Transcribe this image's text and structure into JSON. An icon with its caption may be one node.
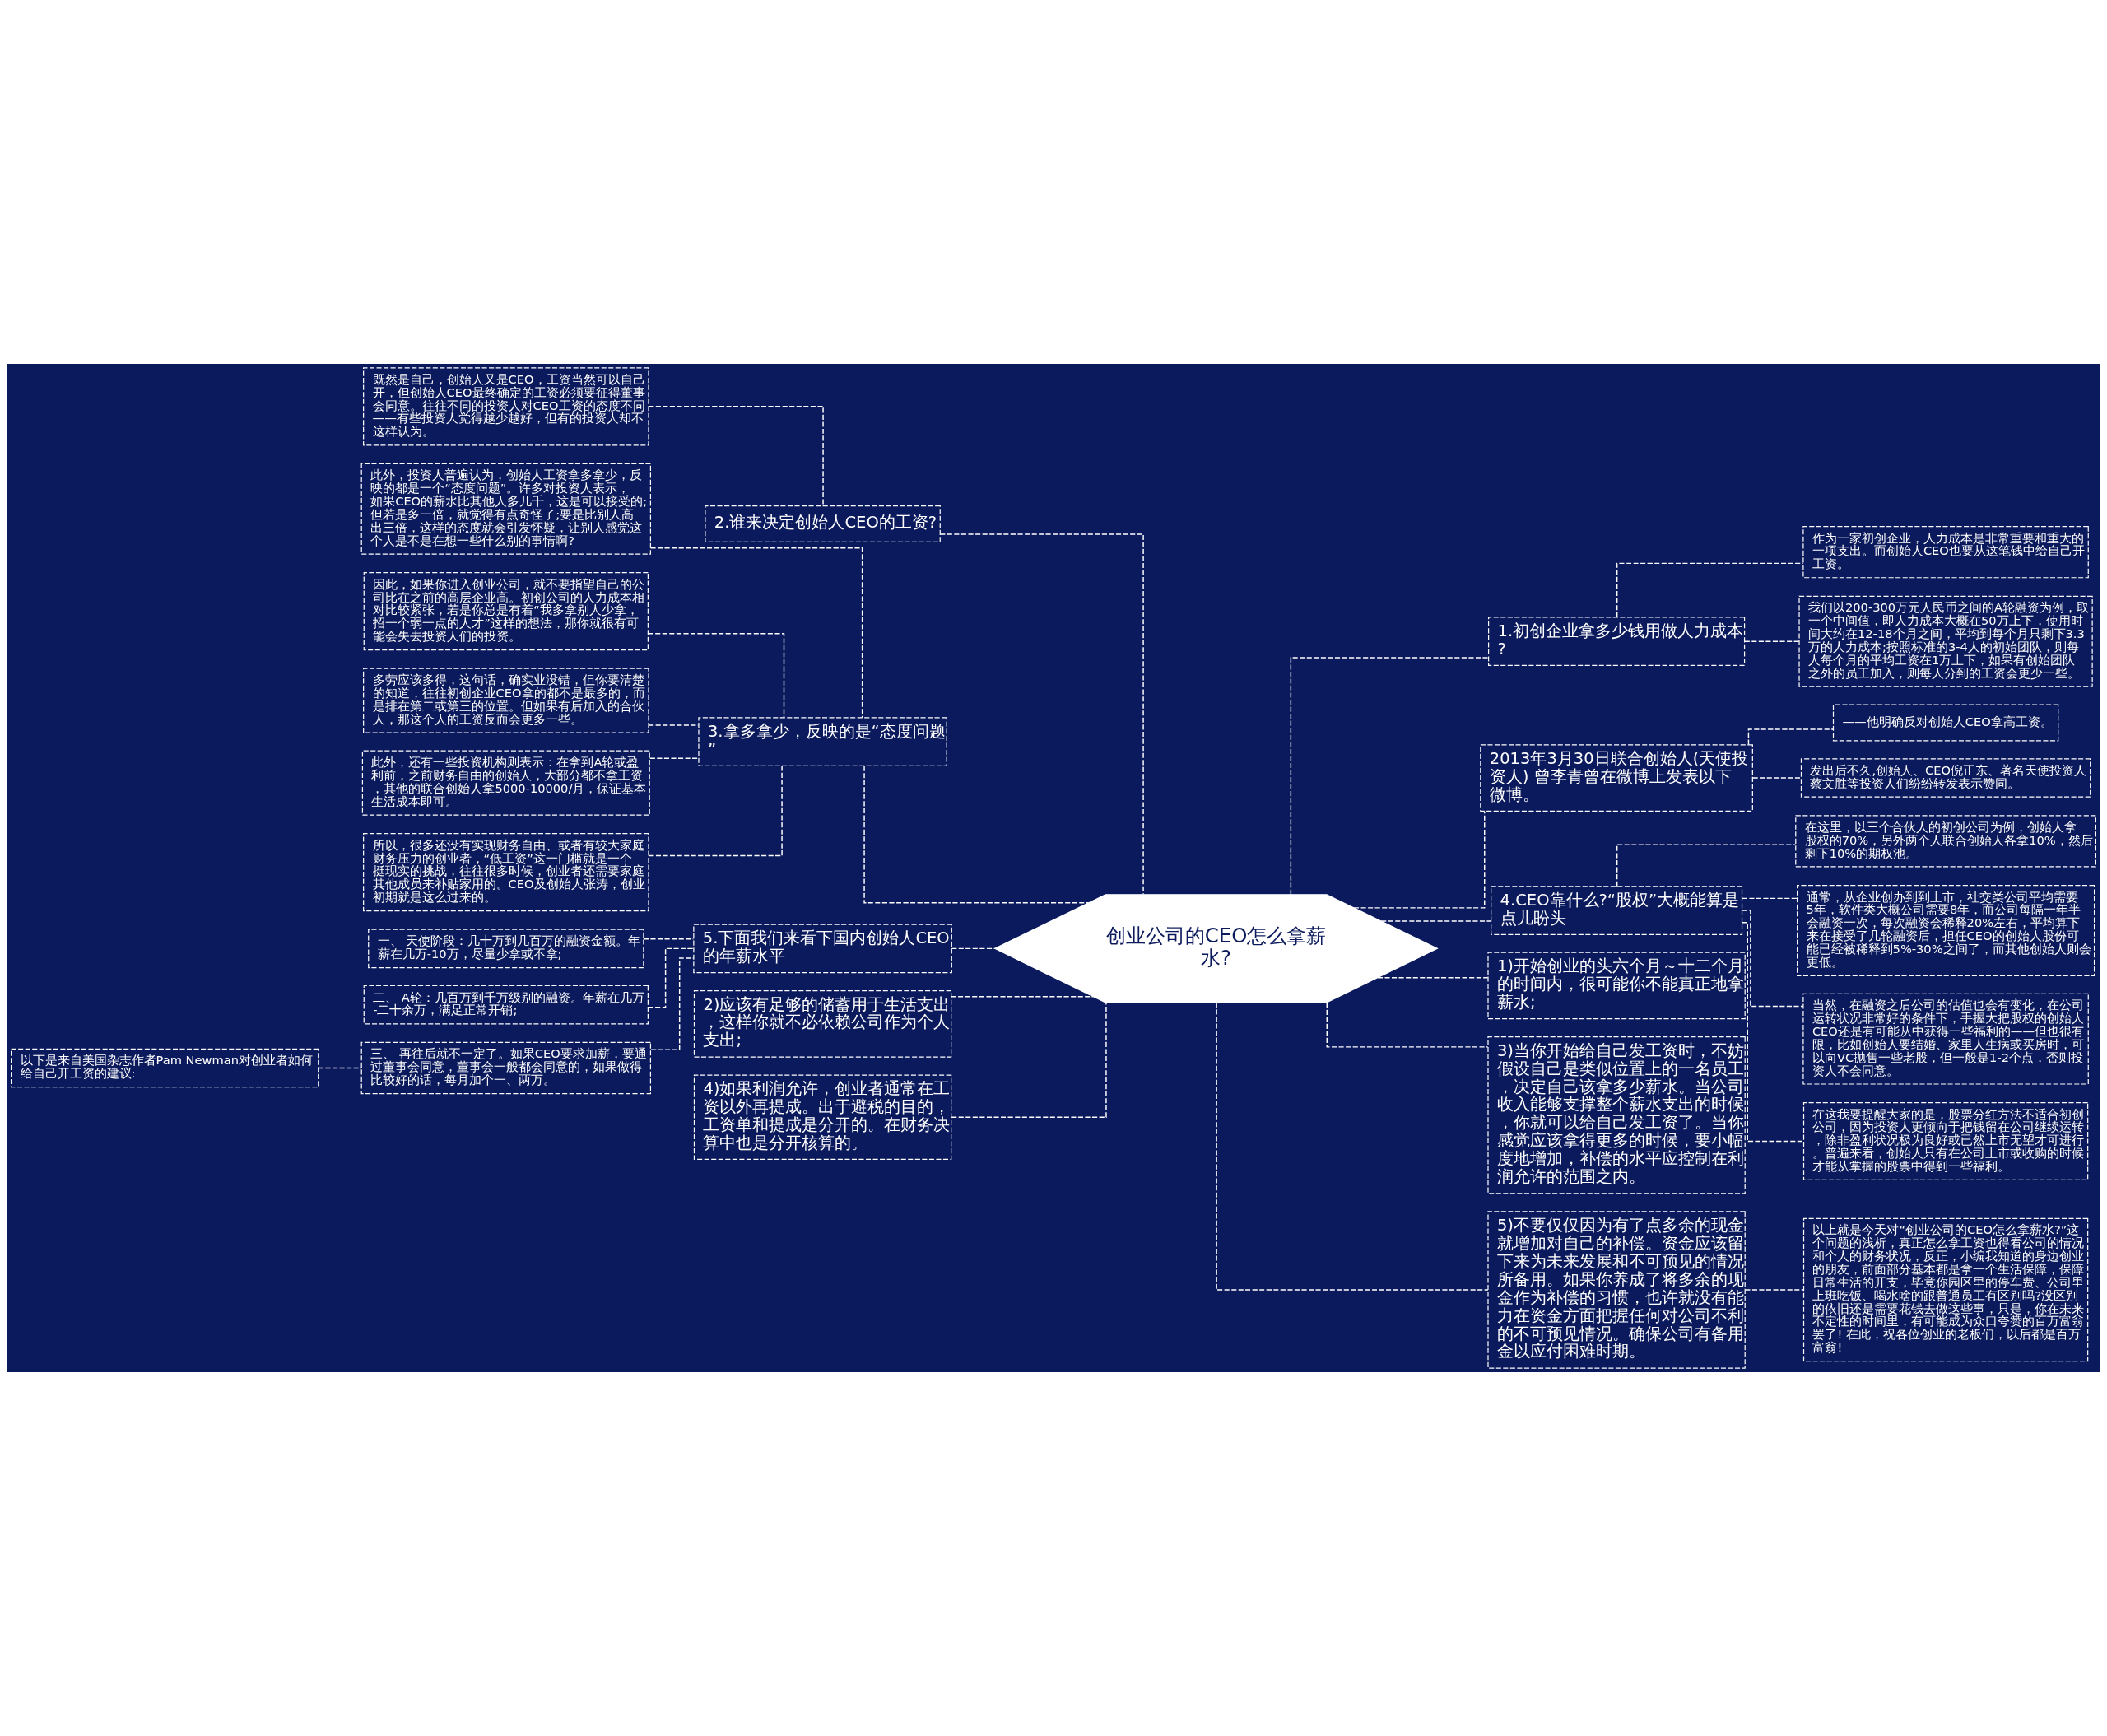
{
  "diagram": {
    "nodes": [
      {
        "text": [
          "创业公司的CEO怎么拿薪水?"
        ]
      },
      {
        "text": [
          "1.初创企业拿多少钱用做人力成本?"
        ]
      },
      {
        "text": [
          "作为一家初创企业，人力成本是非常重要和重大的一项支出。而创始人CEO也要从这笔钱中给自己开工资。"
        ]
      },
      {
        "text": [
          "我们以200-300万元人民币之间的A轮融资为例，取一个中间值，即人力成本大概在50万上下，使用时间大约在12-18个月之间，平均到每个月只剩下3.3万的人力成本;按照标准的3-4人的初始团队，则每人每个月的平均工资在1万上下，如果有创始团队之外的员工加入，则每人分到的工资会更少一些。"
        ]
      },
      {
        "text": [
          "2013年3月30日联合创始人(天使投资人) 曾李青曾在微博上发表以下微博。"
        ]
      },
      {
        "text": [
          "——他明确反对创始人CEO拿高工资。"
        ]
      },
      {
        "text": [
          "发出后不久,创始人、CEO倪正东、著名天使投资人蔡文胜等投资人们纷纷转发表示赞同。"
        ]
      },
      {
        "text": [
          "4.CEO靠什么?“股权”大概能算是点儿盼头"
        ]
      },
      {
        "text": [
          "在这里，以三个合伙人的初创公司为例，创始人拿股权的70%，另外两个人联合创始人各拿10%，然后剩下10%的期权池。"
        ]
      },
      {
        "text": [
          "通常，从企业创办到到上市，社交类公司平均需要5年，软件类大概公司需要8年，而公司每隔一年半会融资一次，每次融资会稀释20%左右，平均算下来在接受了几轮融资后，担任CEO的创始人股份可能已经被稀释到5%-30%之间了，而其他创始人则会更低。"
        ]
      },
      {
        "text": [
          "当然，在融资之后公司的估值也会有变化，在公司运转状况非常好的条件下，手握大把股权的创始人CEO还是有可能从中获得一些福利的——但也很有限，比如创始人要结婚、家里人生病或买房时，可以向VC抛售一些老股，但一般是1-2个点，否则投资人不会同意。"
        ]
      },
      {
        "text": [
          "在这我要提醒大家的是，股票分红方法不适合初创公司，因为投资人更倾向于把钱留在公司继续运转，除非盈利状况极为良好或已然上市无望才可进行。普遍来看，创始人只有在公司上市或收购的时候才能从掌握的股票中得到一些福利。"
        ]
      },
      {
        "text": [
          "1)开始创业的头六个月～十二个月的时间内，很可能你不能真正地拿薪水;"
        ]
      },
      {
        "text": [
          "3)当你开始给自己发工资时，不妨假设自己是类似位置上的一名员工，决定自己该拿多少薪水。当公司收入能够支撑整个薪水支出的时候，你就可以给自己发工资了。当你感觉应该拿得更多的时候，要小幅度地增加，补偿的水平应控制在利润允许的范围之内。"
        ]
      },
      {
        "text": [
          "5)不要仅仅因为有了点多余的现金就增加对自己的补偿。资金应该留下来为未来发展和不可预见的情况所备用。如果你养成了将多余的现金作为补偿的习惯，也许就没有能力在资金方面把握任何对公司不利的不可预见情况。确保公司有备用金以应付困难时期。"
        ]
      },
      {
        "text": [
          "以上就是今天对“创业公司的CEO怎么拿薪水?”这个问题的浅析，真正怎么拿工资也得看公司的情况和个人的财务状况，反正，小编我知道的身边创业的朋友，前面部分基本都是拿一个生活保障，保障日常生活的开支，毕竟你园区里的停车费、公司里上班吃饭、喝水啥的跟普通员工有区别吗?没区别的依旧还是需要花钱去做这些事，只是，你在未来不定性的时间里，有可能成为众口夸赞的百万富翁罢了! 在此，祝各位创业的老板们，以后都是百万富翁!"
        ]
      },
      {
        "text": [
          "2.谁来决定创始人CEO的工资?"
        ]
      },
      {
        "text": [
          "既然是自己，创始人又是CEO，工资当然可以自己开，但创始人CEO最终确定的工资必须要征得董事会同意。往往不同的投资人对CEO工资的态度不同——有些投资人觉得越少越好，但有的投资人却不这样认为。"
        ]
      },
      {
        "text": [
          "3.拿多拿少，反映的是“态度问题”"
        ]
      },
      {
        "text": [
          "此外，投资人普遍认为，创始人工资拿多拿少，反映的都是一个“态度问题”。许多对投资人表示，如果CEO的薪水比其他人多几千，这是可以接受的;但若是多一倍，就觉得有点奇怪了;要是比别人高出三倍，这样的态度就会引发怀疑，让别人感觉这个人是不是在想一些什么别的事情啊?"
        ]
      },
      {
        "text": [
          "因此，如果你进入创业公司，就不要指望自己的公司比在之前的高层企业高。初创公司的人力成本相对比较紧张，若是你总是有着“我多拿别人少拿，招一个弱一点的人才”这样的想法，那你就很有可能会失去投资人们的投资。"
        ]
      },
      {
        "text": [
          "多劳应该多得，这句话，确实业没错，但你要清楚的知道，往往初创企业CEO拿的都不是最多的，而是排在第二或第三的位置。但如果有后加入的合伙人，那这个人的工资反而会更多一些。"
        ]
      },
      {
        "text": [
          "此外，还有一些投资机构则表示：在拿到A轮或盈利前，之前财务自由的创始人，大部分都不拿工资，其他的联合创始人拿5000-10000/月，保证基本生活成本即可。"
        ]
      },
      {
        "text": [
          "所以，很多还没有实现财务自由、或者有较大家庭财务压力的创业者，“低工资”这一门槛就是一个挺现实的挑战，往往很多时候，创业者还需要家庭其他成员来补贴家用的。CEO及创始人张涛，创业初期就是这么过来的。"
        ]
      },
      {
        "text": [
          "5.下面我们来看下国内创始人CEO的年薪水平"
        ]
      },
      {
        "text": [
          "一、 天使阶段：几十万到几百万的融资金额。年薪在几万-10万，尽量少拿或不拿;"
        ]
      },
      {
        "text": [
          "二、 A轮：几百万到千万级别的融资。年薪在几万-二十余万，满足正常开销;"
        ]
      },
      {
        "text": [
          "三、 再往后就不一定了。如果CEO要求加薪，要通过董事会同意，董事会一般都会同意的，如果做得比较好的话，每月加个一、两万。"
        ]
      },
      {
        "text": [
          "以下是来自美国杂志作者Pam Newman对创业者如何给自己开工资的建议:"
        ]
      },
      {
        "text": [
          "2)应该有足够的储蓄用于生活支出，这样你就不必依赖公司作为个人支出;"
        ]
      },
      {
        "text": [
          "4)如果利润允许，创业者通常在工资以外再提成。出于避税的目的，工资单和提成是分开的。在财务决算中也是分开核算的。"
        ]
      }
    ],
    "edges": [
      {
        "from": 0,
        "to": 1,
        "arrow": "none"
      },
      {
        "from": 1,
        "to": 2,
        "arrow": "none"
      },
      {
        "from": 1,
        "to": 3,
        "arrow": "none"
      },
      {
        "from": 0,
        "to": 4,
        "arrow": "none"
      },
      {
        "from": 4,
        "to": 5,
        "arrow": "none"
      },
      {
        "from": 4,
        "to": 6,
        "arrow": "none"
      },
      {
        "from": 0,
        "to": 7,
        "arrow": "none"
      },
      {
        "from": 7,
        "to": 8,
        "arrow": "none"
      },
      {
        "from": 7,
        "to": 9,
        "arrow": "none"
      },
      {
        "from": 7,
        "to": 10,
        "arrow": "none"
      },
      {
        "from": 7,
        "to": 11,
        "arrow": "none"
      },
      {
        "from": 0,
        "to": 12,
        "arrow": "none"
      },
      {
        "from": 0,
        "to": 13,
        "arrow": "none"
      },
      {
        "from": 0,
        "to": 14,
        "arrow": "none"
      },
      {
        "from": 14,
        "to": 15,
        "arrow": "none"
      },
      {
        "from": 0,
        "to": 16,
        "arrow": "none"
      },
      {
        "from": 16,
        "to": 17,
        "arrow": "none"
      },
      {
        "from": 0,
        "to": 18,
        "arrow": "none"
      },
      {
        "from": 18,
        "to": 19,
        "arrow": "none"
      },
      {
        "from": 18,
        "to": 20,
        "arrow": "none"
      },
      {
        "from": 18,
        "to": 21,
        "arrow": "none"
      },
      {
        "from": 18,
        "to": 22,
        "arrow": "none"
      },
      {
        "from": 18,
        "to": 23,
        "arrow": "none"
      },
      {
        "from": 0,
        "to": 24,
        "arrow": "none"
      },
      {
        "from": 24,
        "to": 25,
        "arrow": "none"
      },
      {
        "from": 24,
        "to": 26,
        "arrow": "none"
      },
      {
        "from": 24,
        "to": 27,
        "arrow": "none"
      },
      {
        "from": 27,
        "to": 28,
        "arrow": "none"
      },
      {
        "from": 0,
        "to": 29,
        "arrow": "none"
      },
      {
        "from": 0,
        "to": 30,
        "arrow": "none"
      }
    ]
  }
}
